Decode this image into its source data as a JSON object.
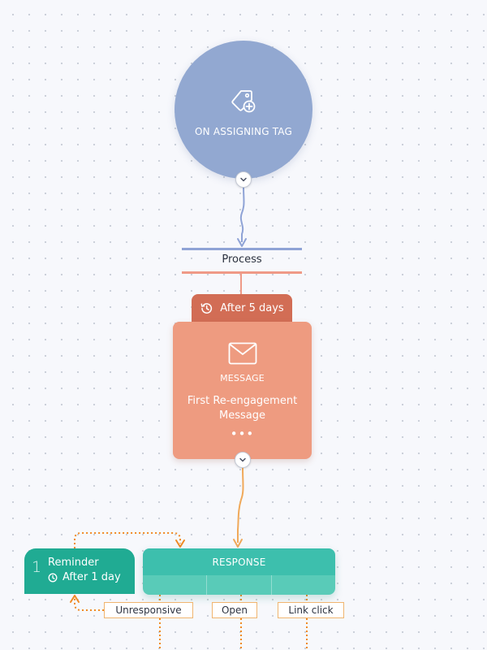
{
  "trigger": {
    "label": "ON ASSIGNING TAG",
    "icon": "tag-plus-icon",
    "color": "#92a8d1"
  },
  "process": {
    "label": "Process"
  },
  "message_step": {
    "delay_label": "After 5 days",
    "delay_icon": "history-icon",
    "type_label": "MESSAGE",
    "name": "First Re-engagement Message",
    "more_label": "•••",
    "icon": "mail-icon",
    "color": "#ee9b80",
    "header_color": "#d26d55"
  },
  "reminder": {
    "number": "1",
    "title": "Reminder",
    "delay_label": "After 1 day",
    "icon": "clock-icon",
    "color": "#20ab93"
  },
  "response": {
    "label": "RESPONSE",
    "color": "#3dbfad",
    "branches": [
      "Unresponsive",
      "Open",
      "Link click"
    ]
  },
  "connector_colors": {
    "trigger": "#8fa3d6",
    "message": "#f0a95a",
    "branches": "#f08a24"
  }
}
